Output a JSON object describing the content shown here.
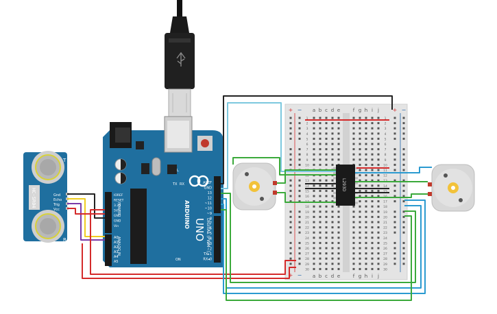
{
  "sensor": {
    "model": "HC-SR04",
    "pins": [
      "Gnd",
      "Echo",
      "Trig",
      "Vcc"
    ],
    "corner_t": "T",
    "corner_r": "R"
  },
  "arduino": {
    "brand": "ARDUINO",
    "model": "UNO",
    "digital_label": "DIGITAL (PWM~)",
    "power_label": "POWER",
    "analog_label": "ANALOG IN",
    "top_pins": [
      "AREF",
      "GND",
      "13",
      "12",
      "~11",
      "~10",
      "~9",
      "8"
    ],
    "bottom_pins": [
      "7",
      "~6",
      "~5",
      "4",
      "~3",
      "2",
      "TX▸1",
      "RX◂0"
    ],
    "power_pins": [
      "IOREF",
      "RESET",
      "3.3V",
      "5V",
      "GND",
      "GND",
      "Vin"
    ],
    "analog_pins": [
      "A0",
      "A1",
      "A2",
      "A3",
      "A4",
      "A5"
    ],
    "tx_label": "TX",
    "rx_label": "RX",
    "l_label": "L",
    "on_label": "ON"
  },
  "breadboard": {
    "col_letters_left": [
      "a",
      "b",
      "c",
      "d",
      "e"
    ],
    "col_letters_right": [
      "f",
      "g",
      "h",
      "i",
      "j"
    ],
    "plus": "+",
    "minus": "−",
    "row_count": 30
  },
  "ic": {
    "label": "L293D"
  },
  "colors": {
    "board_blue": "#1f6f9f",
    "wire_red": "#d42a2a",
    "wire_black": "#222222",
    "wire_green": "#3aa93a",
    "wire_blue": "#2a9ad0",
    "wire_lightblue": "#7cc8de",
    "wire_yellow": "#f0cc20",
    "wire_purple": "#7a3aa8"
  }
}
